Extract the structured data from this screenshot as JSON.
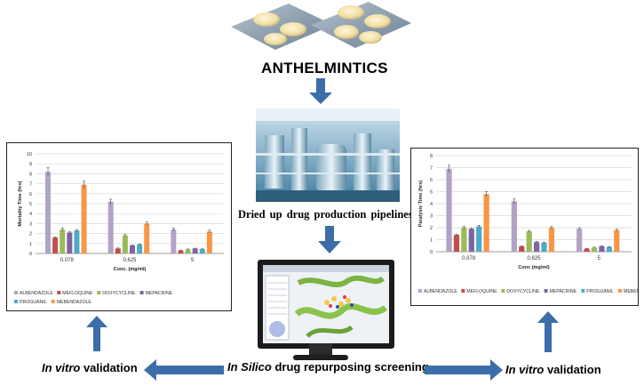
{
  "diagram": {
    "title": "ANTHELMINTICS",
    "pipeline_caption": "Dried up drug production pipelines",
    "screening_label": {
      "italic": "In Silico",
      "rest": " drug repurposing screening"
    },
    "validation_left": {
      "italic": "In vitro",
      "rest": " validation"
    },
    "validation_right": {
      "italic": "In vitro",
      "rest": " validation"
    },
    "arrow_color": "#3b6ea8"
  },
  "chart_data": [
    {
      "type": "bar",
      "categories": [
        "0.078",
        "0.625",
        "5"
      ],
      "xlabel": "Conc. (mg/ml)",
      "ylabel": "Mortality Time (hrs)",
      "ylim": [
        0,
        10
      ],
      "yticks": [
        0,
        1,
        2,
        3,
        4,
        5,
        6,
        7,
        8,
        9,
        10
      ],
      "grid": true,
      "legend_position": "bottom",
      "series": [
        {
          "name": "ALBENDAZOLE",
          "color": "#b3a2c7",
          "values": [
            8.2,
            5.2,
            2.4
          ],
          "errors": [
            0.4,
            0.25,
            0.15
          ]
        },
        {
          "name": "MEFLOQUINE",
          "color": "#c0504d",
          "values": [
            1.6,
            0.5,
            0.3
          ],
          "errors": [
            0.05,
            0.05,
            0.03
          ]
        },
        {
          "name": "DOXYCYCLINE",
          "color": "#9bbb59",
          "values": [
            2.4,
            1.8,
            0.4
          ],
          "errors": [
            0.15,
            0.1,
            0.05
          ]
        },
        {
          "name": "MEPACRINE",
          "color": "#8064a2",
          "values": [
            2.1,
            0.8,
            0.5
          ],
          "errors": [
            0.1,
            0.05,
            0.03
          ]
        },
        {
          "name": "PROGUANIL",
          "color": "#4bacc6",
          "values": [
            2.3,
            0.9,
            0.45
          ],
          "errors": [
            0.1,
            0.05,
            0.03
          ]
        },
        {
          "name": "MEBENDAZOLE",
          "color": "#f79646",
          "values": [
            6.9,
            3.0,
            2.2
          ],
          "errors": [
            0.35,
            0.15,
            0.15
          ]
        }
      ]
    },
    {
      "type": "bar",
      "categories": [
        "0.078",
        "0.625",
        "5"
      ],
      "xlabel": "Conc (mg/ml)",
      "ylabel": "Paralysis Time (hrs)",
      "ylim": [
        0,
        8
      ],
      "yticks": [
        0,
        1,
        2,
        3,
        4,
        5,
        6,
        7,
        8
      ],
      "grid": true,
      "legend_position": "bottom",
      "series": [
        {
          "name": "ALBENDAZOLE",
          "color": "#b3a2c7",
          "values": [
            6.9,
            4.2,
            1.9
          ],
          "errors": [
            0.3,
            0.2,
            0.1
          ]
        },
        {
          "name": "MEFLOQUINE",
          "color": "#c0504d",
          "values": [
            1.4,
            0.45,
            0.25
          ],
          "errors": [
            0.05,
            0.03,
            0.02
          ]
        },
        {
          "name": "DOXYCYCLINE",
          "color": "#9bbb59",
          "values": [
            2.0,
            1.7,
            0.35
          ],
          "errors": [
            0.1,
            0.08,
            0.03
          ]
        },
        {
          "name": "MEPACRINE",
          "color": "#8064a2",
          "values": [
            1.9,
            0.8,
            0.45
          ],
          "errors": [
            0.08,
            0.05,
            0.03
          ]
        },
        {
          "name": "PROGUANIL",
          "color": "#4bacc6",
          "values": [
            2.1,
            0.75,
            0.4
          ],
          "errors": [
            0.1,
            0.05,
            0.03
          ]
        },
        {
          "name": "MEBENDAZOLE",
          "color": "#f79646",
          "values": [
            4.8,
            2.0,
            1.8
          ],
          "errors": [
            0.2,
            0.1,
            0.08
          ]
        }
      ]
    }
  ]
}
